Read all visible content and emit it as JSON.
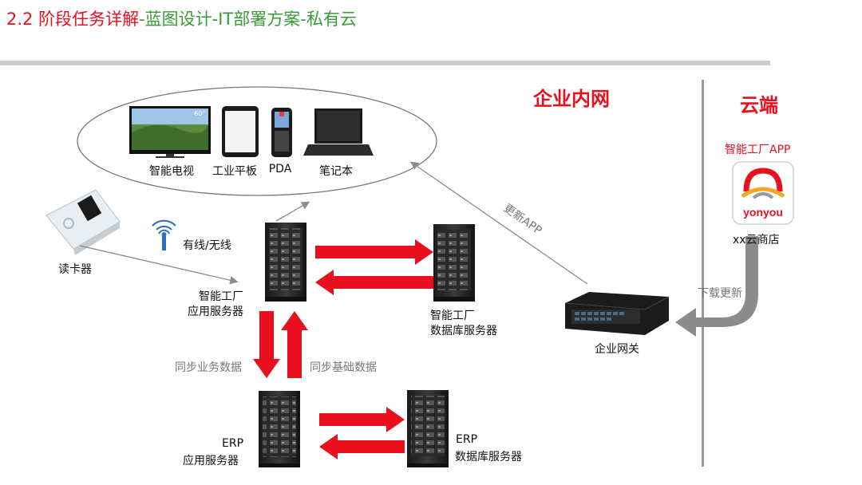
{
  "slide": {
    "title_part1": "2.2 阶段任务详解",
    "title_sep1": "-",
    "title_part2": "蓝图设计",
    "title_sep2": "-",
    "title_part3": "IT部署方案",
    "title_sep3": "-",
    "title_part4": "私有云"
  },
  "zones": {
    "intranet": "企业内网",
    "cloud": "云端"
  },
  "devices": {
    "tv": "智能电视",
    "tablet": "工业平板",
    "pda": "PDA",
    "laptop": "笔记本",
    "tv_badge": "60\""
  },
  "nodes": {
    "card_reader": "读卡器",
    "wireless": "有线/无线",
    "app_server_line1": "智能工厂",
    "app_server_line2": "应用服务器",
    "db_server_line1": "智能工厂",
    "db_server_line2": "数据库服务器",
    "erp_app_line1": "ERP",
    "erp_app_line2": "应用服务器",
    "erp_db_line1": "ERP",
    "erp_db_line2": "数据库服务器",
    "gateway": "企业网关"
  },
  "flows": {
    "sync_business": "同步业务数据",
    "sync_base": "同步基础数据",
    "update_app": "更新APP",
    "download_update": "下载更新"
  },
  "cloud_app": {
    "app_title": "智能工厂APP",
    "store": "xx云商店",
    "logo_text": "yonyou"
  },
  "colors": {
    "accent_red": "#e8101f",
    "title_green": "#3a9a3a",
    "arrow_gray": "#8c8c8c"
  }
}
